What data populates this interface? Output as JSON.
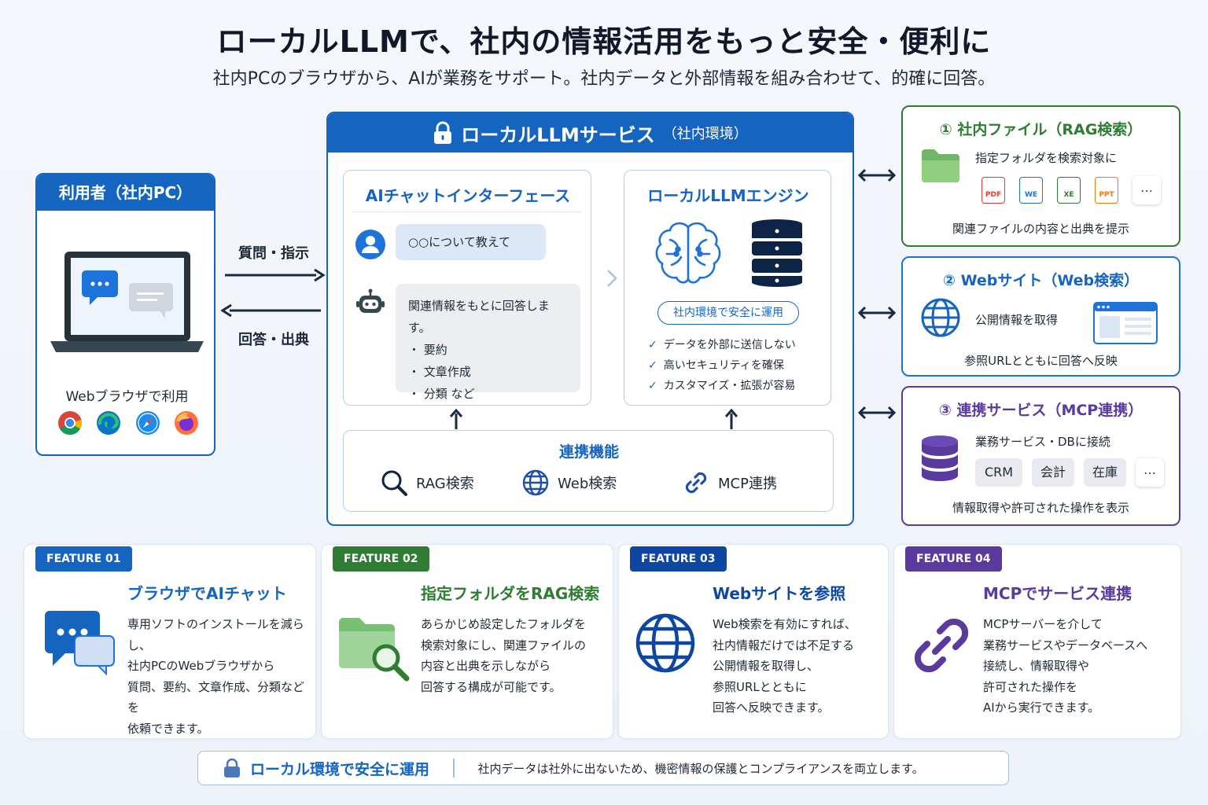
{
  "header": {
    "title": "ローカルLLMで、社内の情報活用をもっと安全・便利に",
    "subtitle": "社内PCのブラウザから、AIが業務をサポート。社内データと外部情報を組み合わせて、的確に回答。"
  },
  "user": {
    "title": "利用者（社内PC）",
    "browser_label": "Webブラウザで利用",
    "browsers": [
      "chrome-icon",
      "edge-icon",
      "safari-icon",
      "firefox-icon"
    ]
  },
  "arrows": {
    "request": "質問・指示",
    "response": "回答・出典"
  },
  "main": {
    "title": "ローカルLLMサービス",
    "title_note": "（社内環境）",
    "chat": {
      "title": "AIチャットインターフェース",
      "user_message": "○○について教えて",
      "bot_intro": "関連情報をもとに回答します。",
      "bot_items": [
        "・ 要約",
        "・ 文章作成",
        "・ 分類  など"
      ]
    },
    "engine": {
      "title": "ローカルLLMエンジン",
      "pill": "社内環境で安全に運用",
      "checks": [
        "データを外部に送信しない",
        "高いセキュリティを確保",
        "カスタマイズ・拡張が容易"
      ]
    },
    "functions": {
      "title": "連携機能",
      "items": [
        "RAG検索",
        "Web検索",
        "MCP連携"
      ]
    }
  },
  "sources": [
    {
      "title": "① 社内ファイル（RAG検索）",
      "text": "指定フォルダを検索対象に",
      "files": [
        "PDF",
        "WE",
        "XE",
        "PPT"
      ],
      "more": "…",
      "footer": "関連ファイルの内容と出典を提示",
      "color": "#2e7d32"
    },
    {
      "title": "② Webサイト（Web検索）",
      "text": "公開情報を取得",
      "footer": "参照URLとともに回答へ反映",
      "color": "#1565c0"
    },
    {
      "title": "③ 連携サービス（MCP連携）",
      "text": "業務サービス・DBに接続",
      "tags": [
        "CRM",
        "会計",
        "在庫"
      ],
      "more": "…",
      "footer": "情報取得や許可された操作を表示",
      "color": "#5b3a9e"
    }
  ],
  "features": [
    {
      "badge": "FEATURE 01",
      "title": "ブラウザでAIチャット",
      "lines": [
        "専用ソフトのインストールを減らし、",
        "社内PCのWebブラウザから",
        "質問、要約、文章作成、分類などを",
        "依頼できます。"
      ],
      "color": "#1565c0"
    },
    {
      "badge": "FEATURE 02",
      "title": "指定フォルダをRAG検索",
      "lines": [
        "あらかじめ設定したフォルダを",
        "検索対象にし、関連ファイルの",
        "内容と出典を示しながら",
        "回答する構成が可能です。"
      ],
      "color": "#2e7d32"
    },
    {
      "badge": "FEATURE 03",
      "title": "Webサイトを参照",
      "lines": [
        "Web検索を有効にすれば、",
        "社内情報だけでは不足する",
        "公開情報を取得し、",
        "参照URLとともに",
        "回答へ反映できます。"
      ],
      "color": "#0d47a1"
    },
    {
      "badge": "FEATURE 04",
      "title": "MCPでサービス連携",
      "lines": [
        "MCPサーバーを介して",
        "業務サービスやデータベースへ",
        "接続し、情報取得や",
        "許可された操作を",
        "AIから実行できます。"
      ],
      "color": "#5b3a9e"
    }
  ],
  "footer": {
    "title": "ローカル環境で安全に運用",
    "text": "社内データは社外に出ないため、機密情報の保護とコンプライアンスを両立します。"
  }
}
